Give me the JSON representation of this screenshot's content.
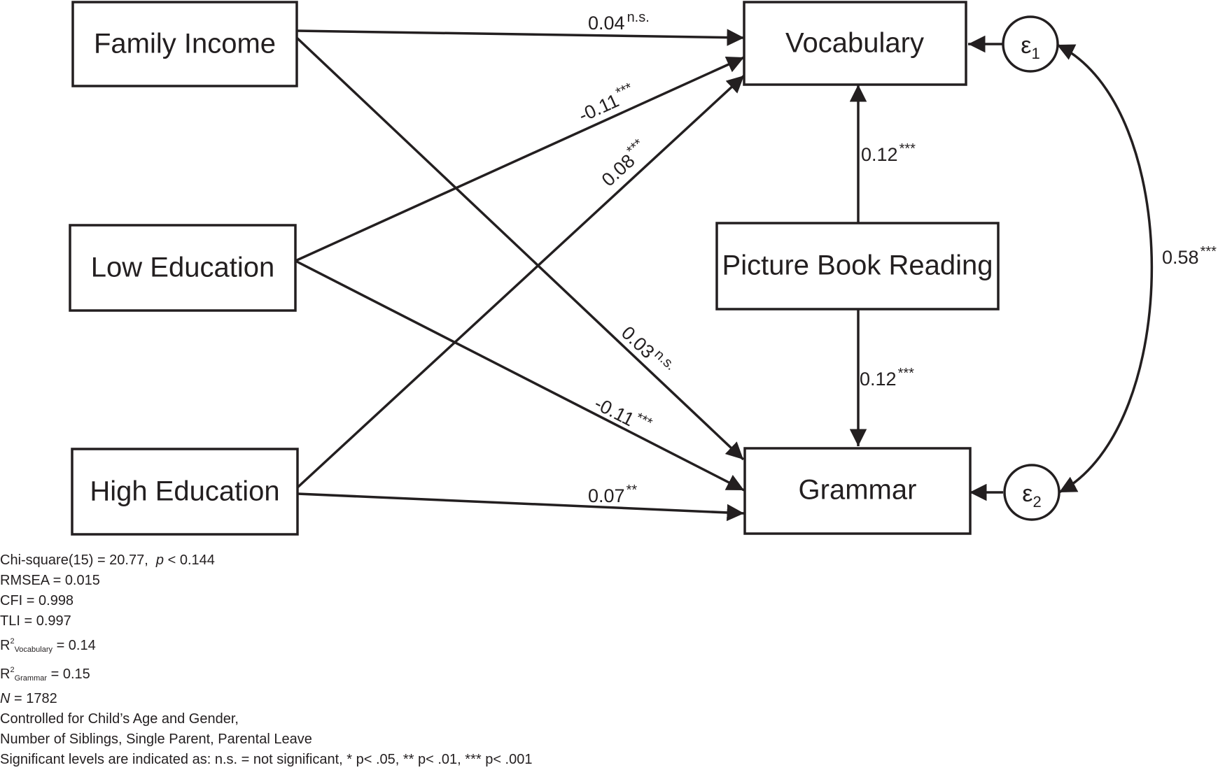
{
  "nodes": {
    "family_income": "Family Income",
    "low_education": "Low Education",
    "high_education": "High Education",
    "vocabulary": "Vocabulary",
    "grammar": "Grammar",
    "picture_book_reading": "Picture Book Reading"
  },
  "errors": {
    "e1_symbol": "ε",
    "e1_index": "1",
    "e2_symbol": "ε",
    "e2_index": "2"
  },
  "paths": {
    "income_vocab": {
      "value": "0.04",
      "sig": "n.s."
    },
    "loweduc_vocab": {
      "value": "-0.11",
      "sig": "***"
    },
    "higheduc_vocab": {
      "value": "0.08",
      "sig": "***"
    },
    "income_grammar": {
      "value": "0.03",
      "sig": "n.s."
    },
    "loweduc_grammar": {
      "value": "-0.11",
      "sig": "***"
    },
    "higheduc_grammar": {
      "value": "0.07",
      "sig": "**"
    },
    "reading_vocab": {
      "value": "0.12",
      "sig": "***"
    },
    "reading_grammar": {
      "value": "0.12",
      "sig": "***"
    },
    "residual_cov": {
      "value": "0.58",
      "sig": "***"
    }
  },
  "notes": {
    "chi_prefix": "Chi-square(15) = 20.77,",
    "chi_p": "p",
    "chi_suffix": " < 0.144",
    "rmsea": "RMSEA = 0.015",
    "cfi": "CFI = 0.998",
    "tli": "TLI = 0.997",
    "r2_letter": "R",
    "r2_exp": "2",
    "r2_vocab_sub": "Vocabulary",
    "r2_vocab_val": " = 0.14",
    "r2_grammar_sub": "Grammar",
    "r2_grammar_val": " = 0.15",
    "n_letter": "N",
    "n_val": " = 1782",
    "controls_1": "Controlled for Child’s Age and Gender,",
    "controls_2": "Number of Siblings, Single Parent, Parental Leave",
    "significance": "Significant levels are indicated as: n.s. = not significant, * p< .05, ** p< .01, *** p< .001"
  }
}
